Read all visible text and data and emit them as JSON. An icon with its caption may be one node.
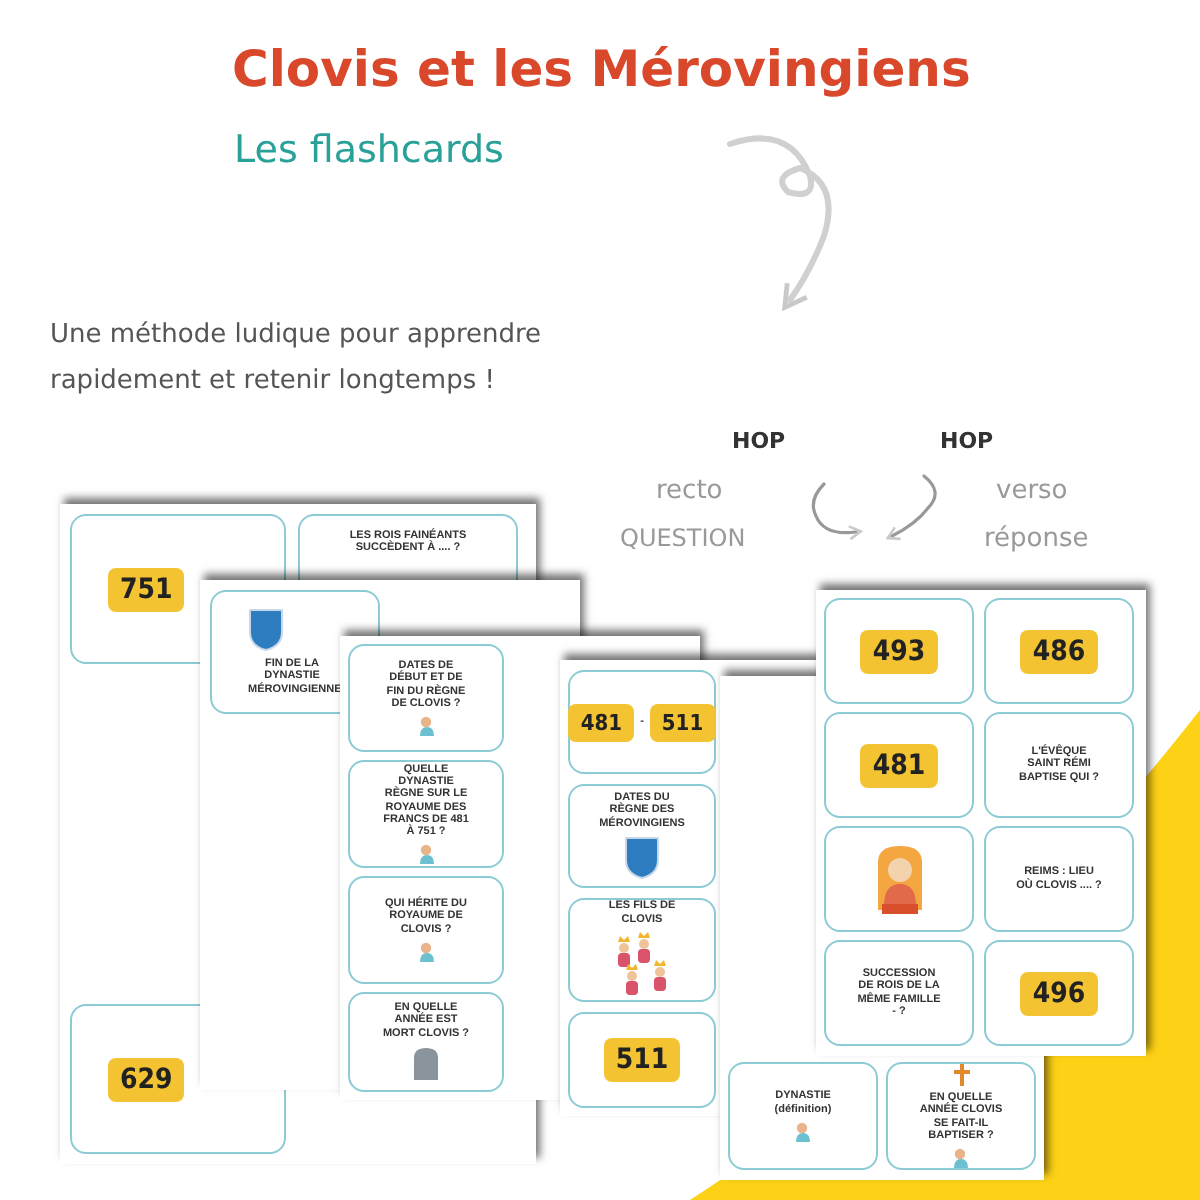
{
  "diagram": {
    "title": "Clovis et les Mérovingiens",
    "nodes": [
      {
        "text": [],
        "shape": "box"
      },
      {
        "text": [
          "751"
        ],
        "in": 0
      },
      {
        "text": [
          "LES ROIS FAINÉANTS SUCCÈDENT À .... ?"
        ],
        "in": 0
      },
      {
        "text": [
          "629"
        ],
        "in": 0
      },
      {
        "text": [],
        "shape": "box"
      },
      {
        "text": [
          "FIN DE LA DYNASTIE MÉROVINGIENNE"
        ],
        "in": 4
      },
      {
        "text": [],
        "shape": "box"
      },
      {
        "text": [
          "DATES DE DÉBUT ET DE FIN DU RÈGNE DE CLOVIS ?"
        ]
      },
      {
        "text": [
          "QUELLE DYNASTIE RÈGNE SUR LE ROYAUME DES FRANCS DE 481 À 751 ?"
        ]
      },
      {
        "text": [
          "QUI HÉRITE DU ROYAUME DE CLOVIS ?"
        ]
      },
      {
        "text": [
          "EN QUELLE ANNÉE EST MORT CLOVIS ?"
        ]
      },
      {
        "text": [],
        "shape": "box"
      },
      {
        "text": [
          "481",
          "-",
          "511"
        ],
        "in": 11
      },
      {
        "text": [
          "DATES DU RÈGNE DES MÉROVINGIENS"
        ],
        "in": 11
      },
      {
        "text": [
          "LES FILS DE CLOVIS"
        ],
        "in": 11
      },
      {
        "text": [
          "511"
        ],
        "in": 11
      },
      {
        "text": [],
        "shape": "box"
      },
      {
        "text": [
          "DYNASTIE (définition)"
        ],
        "in": 16
      },
      {
        "text": [
          "EN QUELLE ANNÉE CLOVIS SE FAIT-IL BAPTISER ?"
        ],
        "in": 16
      },
      {
        "text": [],
        "shape": "box"
      },
      {
        "text": [
          "493"
        ],
        "in": 19
      },
      {
        "text": [
          "486"
        ],
        "in": 19
      },
      {
        "text": [
          "481"
        ]
      },
      {
        "text": [
          "L'ÉVÊQUE SAINT RÉMI BAPTISE QUI ?"
        ],
        "in": 19
      },
      {
        "text": [],
        "shape": "picture"
      },
      {
        "text": [
          "REIMS : LIEU OÙ CLOVIS .... ?"
        ],
        "in": 19
      },
      {
        "text": [
          "SUCCESSION DE ROIS DE LA MÊME FAMILLE - ?"
        ]
      },
      {
        "text": [
          "496"
        ],
        "in": 19
      }
    ],
    "labels": [
      "Les flashcards",
      "Une méthode ludique pour apprendre rapidement et retenir longtemps !",
      "HOP",
      "HOP",
      "recto",
      "QUESTION",
      "verso",
      "réponse"
    ]
  }
}
